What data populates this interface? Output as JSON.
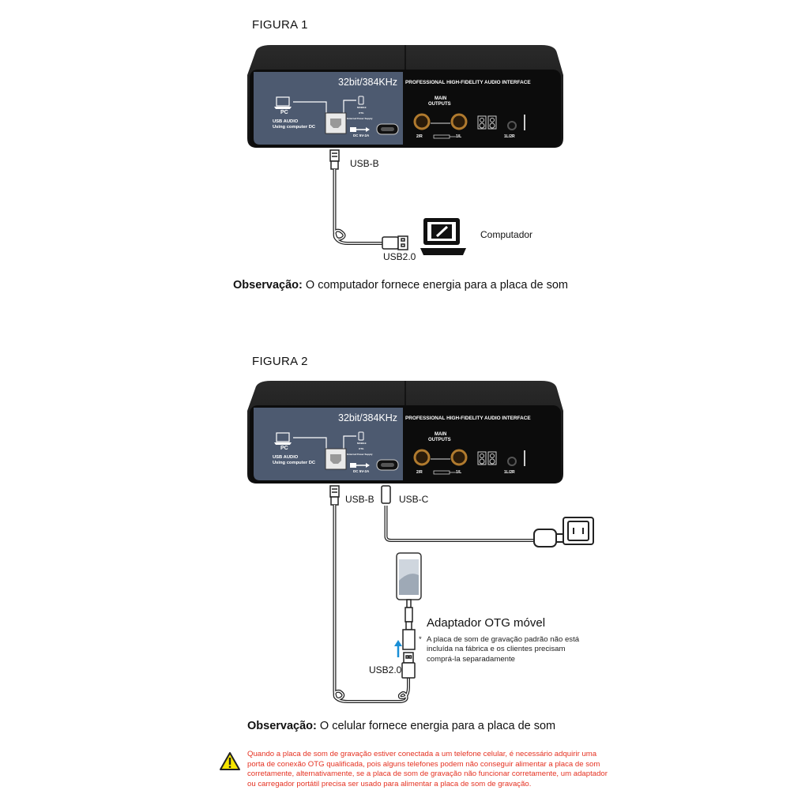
{
  "figure1": {
    "title": "FIGURA 1",
    "labels": {
      "usb_b": "USB-B",
      "usb2": "USB2.0",
      "computer": "Computador"
    },
    "observation_bold": "Observação:",
    "observation_text": " O computador fornece energia para a placa de som"
  },
  "figure2": {
    "title": "FIGURA 2",
    "labels": {
      "usb_b": "USB-B",
      "usb_c": "USB-C",
      "usb2": "USB2.0",
      "otg": "Adaptador OTG móvel"
    },
    "note_star": "*",
    "note": "A placa de som de gravação padrão não está incluída na fábrica e os clientes precisam comprá-la separadamente",
    "observation_bold": "Observação:",
    "observation_text": " O celular fornece energia para a placa de som"
  },
  "device": {
    "resolution": "32bit/384KHz",
    "tagline": "PROFESSIONAL HIGH-FIDELITY AUDIO INTERFACE",
    "pc": "PC",
    "usb_audio": "USB AUDIO",
    "using_dc": "Using computer DC",
    "mobile": "MOBILE",
    "otg": "OTG",
    "ext_power": "External Power Supply",
    "dc": "DC 5V-2A",
    "main_outputs_1": "MAIN",
    "main_outputs_2": "OUTPUTS",
    "out_2r": "2/R",
    "out_1l": "1/L",
    "phones": "1L/2R"
  },
  "warning": {
    "icon": "warning-triangle-icon",
    "text": "Quando a placa de som de gravação estiver conectada a um telefone celular, é necessário adquirir uma porta de conexão OTG qualificada, pois alguns telefones podem não conseguir alimentar a placa de som corretamente, alternativamente, se a placa de som de gravação não funcionar corretamente, um adaptador ou carregador portátil precisa ser usado para alimentar a placa de som de gravação."
  },
  "colors": {
    "panel_blue": "#4d5a70",
    "warning_red": "#e53222",
    "arrow_blue": "#1a8fd6"
  }
}
